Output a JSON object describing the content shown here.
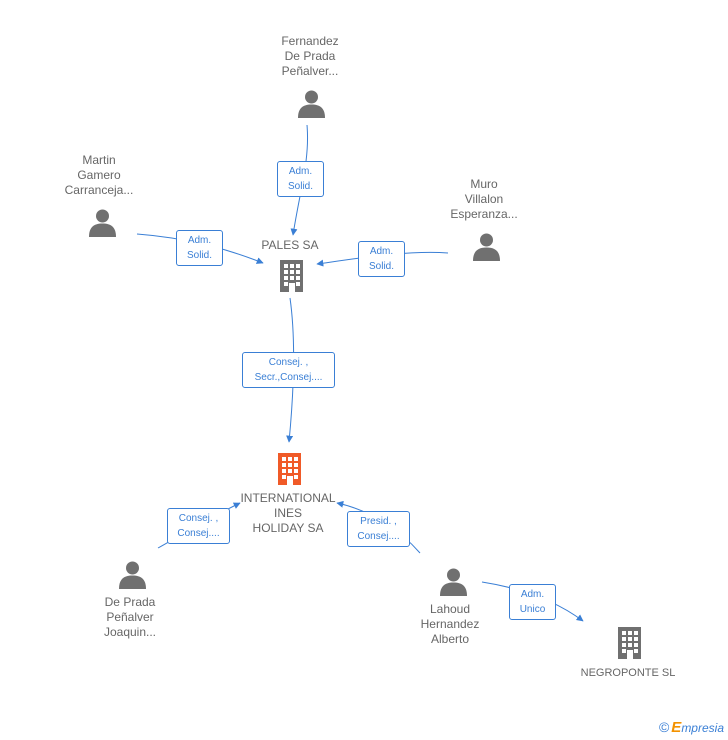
{
  "colors": {
    "edge": "#3a7fd5",
    "person_icon": "#707070",
    "company_icon": "#707070",
    "focus_company_icon": "#f05a28",
    "text": "#666666"
  },
  "nodes": {
    "fernandez": {
      "lines": [
        "Fernandez",
        "De Prada",
        "Peñalver..."
      ],
      "icon": "person-icon"
    },
    "martin": {
      "lines": [
        "Martin",
        "Gamero",
        "Carranceja..."
      ],
      "icon": "person-icon"
    },
    "muro": {
      "lines": [
        "Muro",
        "Villalon",
        "Esperanza..."
      ],
      "icon": "person-icon"
    },
    "pales": {
      "lines": [
        "PALES SA"
      ],
      "icon": "building-icon"
    },
    "international": {
      "lines": [
        "INTERNATIONAL",
        "INES",
        "HOLIDAY SA"
      ],
      "icon": "building-icon"
    },
    "deprada": {
      "lines": [
        "De Prada",
        "Peñalver",
        "Joaquin..."
      ],
      "icon": "person-icon"
    },
    "lahoud": {
      "lines": [
        "Lahoud",
        "Hernandez",
        "Alberto"
      ],
      "icon": "person-icon"
    },
    "negroponte": {
      "lines": [
        "NEGROPONTE SL"
      ],
      "icon": "building-icon"
    }
  },
  "edges": {
    "fernandez_pales": [
      "Adm.",
      "Solid."
    ],
    "martin_pales": [
      "Adm.",
      "Solid."
    ],
    "muro_pales": [
      "Adm.",
      "Solid."
    ],
    "pales_international": [
      "Consej. ,",
      "Secr.,Consej...."
    ],
    "deprada_international": [
      "Consej. ,",
      "Consej...."
    ],
    "lahoud_international": [
      "Presid. ,",
      "Consej...."
    ],
    "lahoud_negroponte": [
      "Adm.",
      "Unico"
    ]
  },
  "footer": {
    "copyright": "©",
    "brand_first": "E",
    "brand_rest": "mpresia"
  }
}
